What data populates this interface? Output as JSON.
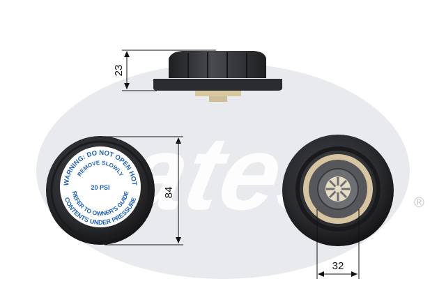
{
  "logo": {
    "brand_text": "Gates",
    "registered_mark": "®"
  },
  "dimensions": {
    "height": "23",
    "diameter": "84",
    "inner_diameter": "32"
  },
  "cap_label": {
    "line1": "WARNING: DO NOT OPEN HOT",
    "line2": "REMOVE SLOWLY",
    "line3": "20 PSI",
    "line4": "REFER TO OWNER'S GUIDE",
    "line5": "CONTENTS UNDER PRESSURE"
  },
  "colors": {
    "logo_swoosh": "#e9eaee",
    "cap_body": "#2a2b2e",
    "label_background": "#ffffff",
    "label_text": "#1f5fb5",
    "seal_beige": "#d9c9a3",
    "dimension_line": "#111111"
  }
}
